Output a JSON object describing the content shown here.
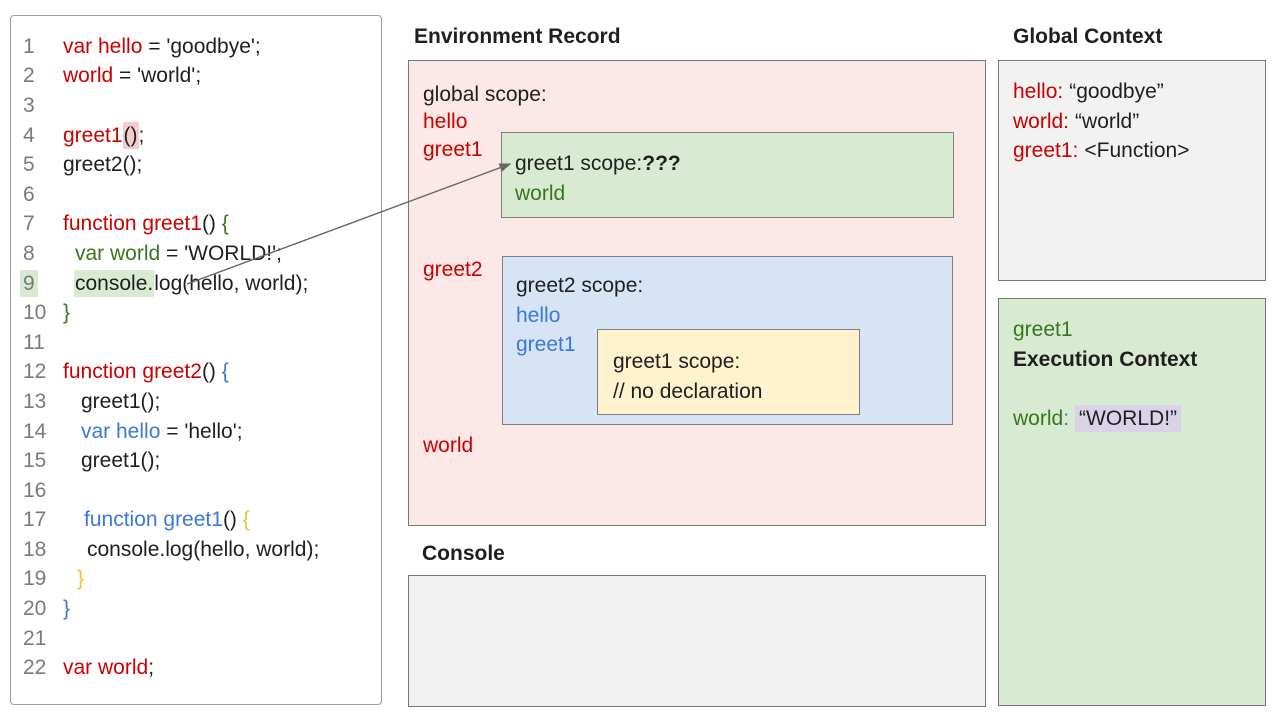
{
  "palette": {
    "ink": "#1f1f1f",
    "red": "#cc0000",
    "green": "#38761d",
    "blue": "#3c78d8",
    "orange": "#f1c232",
    "num": "#7a7a7a",
    "pink_panel": "#fce9e7",
    "green_box": "#d9ead3",
    "blue_box": "#d6e4f6",
    "yellow_box": "#fff2cc",
    "gray_box": "#f2f2f2",
    "lavender_hl": "#d9d2e9",
    "pink_hl": "#f5cbcb",
    "green_hl": "#d9ead3",
    "panel_border": "#777777",
    "box_border": "#7f7f7f",
    "arrow": "#666666"
  },
  "code": {
    "lines": [
      {
        "n": "1",
        "parts": [
          {
            "t": "var hello",
            "c": "red"
          },
          {
            "t": " = 'goodbye';",
            "c": "black"
          }
        ]
      },
      {
        "n": "2",
        "parts": [
          {
            "t": "world",
            "c": "red"
          },
          {
            "t": " = 'world';",
            "c": "black"
          }
        ]
      },
      {
        "n": "3",
        "parts": []
      },
      {
        "n": "4",
        "parts": [
          {
            "t": "greet1",
            "c": "red"
          },
          {
            "t": "()",
            "c": "black",
            "hl": "pink"
          },
          {
            "t": ";",
            "c": "black"
          }
        ]
      },
      {
        "n": "5",
        "parts": [
          {
            "t": "greet2();",
            "c": "black"
          }
        ]
      },
      {
        "n": "6",
        "parts": []
      },
      {
        "n": "7",
        "parts": [
          {
            "t": "function greet1",
            "c": "red"
          },
          {
            "t": "() ",
            "c": "black"
          },
          {
            "t": "{",
            "c": "green"
          }
        ]
      },
      {
        "n": "8",
        "pad": 12,
        "parts": [
          {
            "t": "var world",
            "c": "green"
          },
          {
            "t": " = 'WORLD!';",
            "c": "black"
          }
        ]
      },
      {
        "n": "9",
        "pad": 11,
        "numHl": true,
        "parts": [
          {
            "t": "console.",
            "c": "black",
            "hl": "green"
          },
          {
            "t": "log(hello, world);",
            "c": "black"
          }
        ]
      },
      {
        "n": "10",
        "parts": [
          {
            "t": "}",
            "c": "green"
          }
        ]
      },
      {
        "n": "11",
        "parts": []
      },
      {
        "n": "12",
        "parts": [
          {
            "t": "function greet2",
            "c": "red"
          },
          {
            "t": "() ",
            "c": "black"
          },
          {
            "t": "{",
            "c": "blue"
          }
        ]
      },
      {
        "n": "13",
        "pad": 18,
        "parts": [
          {
            "t": "greet1();",
            "c": "black"
          }
        ]
      },
      {
        "n": "14",
        "pad": 18,
        "parts": [
          {
            "t": "var hello",
            "c": "blue"
          },
          {
            "t": " = 'hello';",
            "c": "black"
          }
        ]
      },
      {
        "n": "15",
        "pad": 18,
        "parts": [
          {
            "t": "greet1();",
            "c": "black"
          }
        ]
      },
      {
        "n": "16",
        "parts": []
      },
      {
        "n": "17",
        "pad": 21,
        "parts": [
          {
            "t": "function greet1",
            "c": "blue"
          },
          {
            "t": "() ",
            "c": "black"
          },
          {
            "t": "{",
            "c": "orange"
          }
        ]
      },
      {
        "n": "18",
        "pad": 24,
        "parts": [
          {
            "t": "console.log(hello, world);",
            "c": "black"
          }
        ]
      },
      {
        "n": "19",
        "pad": 14,
        "parts": [
          {
            "t": "}",
            "c": "orange"
          }
        ]
      },
      {
        "n": "20",
        "parts": [
          {
            "t": "}",
            "c": "blue"
          }
        ]
      },
      {
        "n": "21",
        "parts": []
      },
      {
        "n": "22",
        "parts": [
          {
            "t": "var world",
            "c": "red"
          },
          {
            "t": ";",
            "c": "black"
          }
        ]
      }
    ]
  },
  "env_record": {
    "title": "Environment Record",
    "global_label": "global scope:",
    "hello": "hello",
    "greet1": "greet1",
    "greet2": "greet2",
    "world": "world",
    "greet1_box": {
      "title": "greet1 scope:",
      "question": "???",
      "var1": "world"
    },
    "greet2_box": {
      "title": "greet2 scope:",
      "hello": "hello",
      "greet1": "greet1",
      "inner_box": {
        "title": "greet1 scope:",
        "comment": "// no declaration"
      }
    }
  },
  "console_panel": {
    "title": "Console"
  },
  "global_context": {
    "title": "Global Context",
    "entries": [
      {
        "name": "hello:",
        "value": "“goodbye”"
      },
      {
        "name": "world:",
        "value": "“world”"
      },
      {
        "name": "greet1:",
        "value": "<Function>"
      }
    ]
  },
  "execution_context": {
    "fn": "greet1",
    "title": "Execution Context",
    "var_name": "world",
    "colon": ":",
    "value": "“WORLD!”"
  }
}
